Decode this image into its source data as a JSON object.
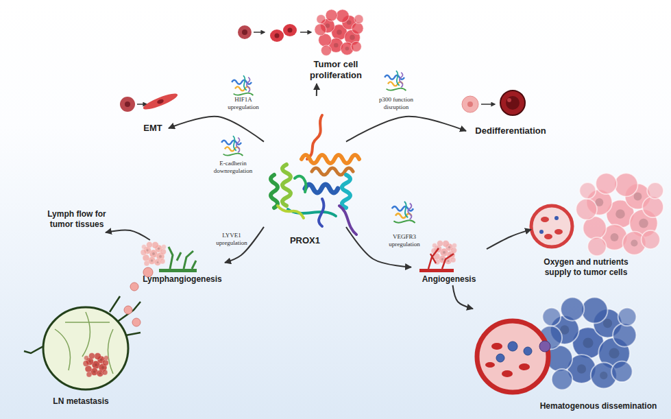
{
  "diagram": {
    "nodes": [
      {
        "text": [
          "Tumor cell proliferation"
        ]
      },
      {
        "text": [
          "EMT"
        ]
      },
      {
        "text": [
          "Dedifferentiation"
        ]
      },
      {
        "text": [
          "Lymph flow for tumor tissues"
        ]
      },
      {
        "text": [
          "PROX1"
        ]
      },
      {
        "text": [
          "Oxygen and nutrients supply to tumor cells"
        ]
      },
      {
        "text": [
          "Lymphangiogenesis"
        ]
      },
      {
        "text": [
          "Angiogenesis"
        ]
      },
      {
        "text": [
          "LN metastasis"
        ]
      },
      {
        "text": [
          "Hematogenous dissemination"
        ]
      }
    ],
    "edges": [
      {
        "from": 4,
        "to": 0,
        "arrow": "to"
      },
      {
        "from": 4,
        "to": 1,
        "label": "HIF1A upregulation",
        "arrow": "to"
      },
      {
        "from": 4,
        "to": 2,
        "label": "p300 function disruption",
        "arrow": "to"
      },
      {
        "from": 4,
        "to": 6,
        "label": "LYVE1 upregulation",
        "arrow": "to"
      },
      {
        "from": 4,
        "to": 7,
        "label": "VEGFR3 upregulation",
        "arrow": "to"
      },
      {
        "from": 6,
        "to": 3,
        "arrow": "to"
      },
      {
        "from": 7,
        "to": 5,
        "arrow": "to"
      },
      {
        "from": 7,
        "to": 9,
        "arrow": "to"
      }
    ],
    "labels": [
      "E-cadherin downregulation"
    ]
  }
}
